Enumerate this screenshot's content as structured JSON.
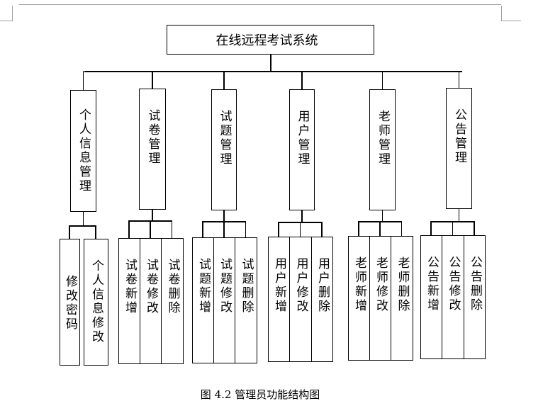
{
  "root": "在线远程考试系统",
  "modules": [
    {
      "label": "个人信息管理",
      "children": [
        "修改密码",
        "个人信息修改"
      ]
    },
    {
      "label": "试卷管理",
      "children": [
        "试卷新增",
        "试卷修改",
        "试卷删除"
      ]
    },
    {
      "label": "试题管理",
      "children": [
        "试题新增",
        "试题修改",
        "试题删除"
      ]
    },
    {
      "label": "用户管理",
      "children": [
        "用户新增",
        "用户修改",
        "用户删除"
      ]
    },
    {
      "label": "老师管理",
      "children": [
        "老师新增",
        "老师修改",
        "老师删除"
      ]
    },
    {
      "label": "公告管理",
      "children": [
        "公告新增",
        "公告修改",
        "公告删除"
      ]
    }
  ],
  "caption": "图 4.2  管理员功能结构图"
}
